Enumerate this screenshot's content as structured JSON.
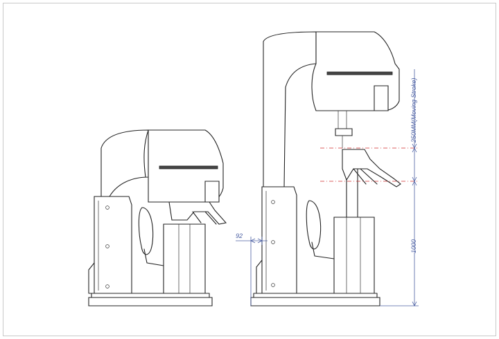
{
  "dimensions": {
    "stroke_label": "250MM(Moving Stroke)",
    "height_label": "1000",
    "offset_label": "92"
  },
  "colors": {
    "line": "#222222",
    "dimension": "#4b5fa3",
    "centerline": "#d02a2a",
    "border": "#c9c9c9"
  }
}
